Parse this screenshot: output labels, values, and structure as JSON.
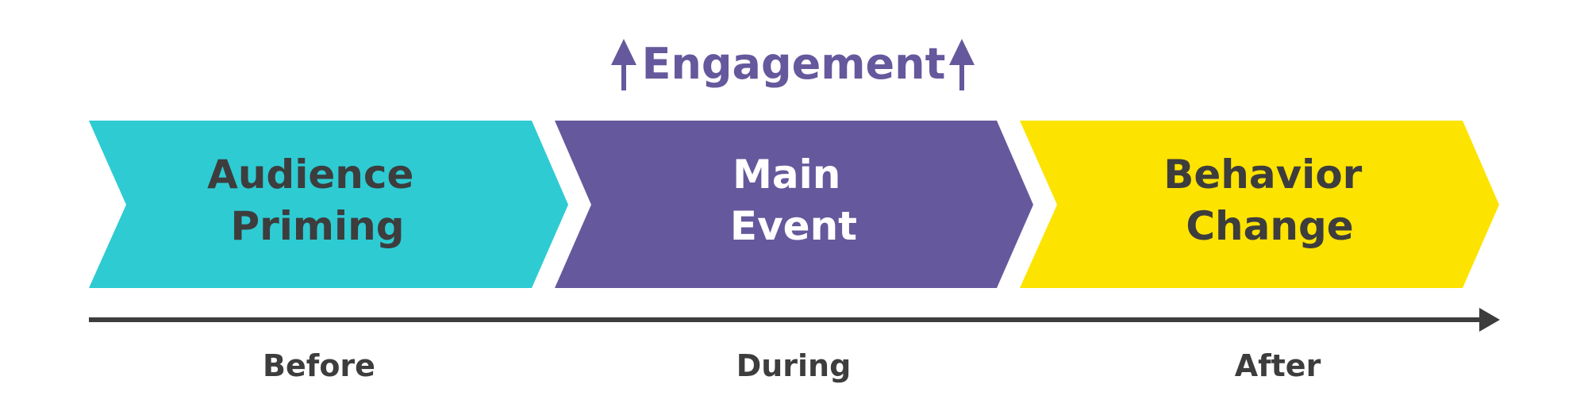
{
  "colors": {
    "stage_1": "#2ecbd3",
    "stage_2": "#66589c",
    "stage_3": "#fde300",
    "dark_text": "#3d3d3d",
    "light_text": "#ffffff",
    "accent": "#66589c",
    "timeline": "#3d3d3d"
  },
  "engagement": {
    "label": "Engagement",
    "left_icon": "up-arrow-icon",
    "right_icon": "up-arrow-icon"
  },
  "stages": [
    {
      "line1": "Audience",
      "line2": "Priming"
    },
    {
      "line1": "Main",
      "line2": "Event"
    },
    {
      "line1": "Behavior",
      "line2": "Change"
    }
  ],
  "timeline": {
    "icon": "right-arrow-icon",
    "phases": [
      "Before",
      "During",
      "After"
    ]
  }
}
